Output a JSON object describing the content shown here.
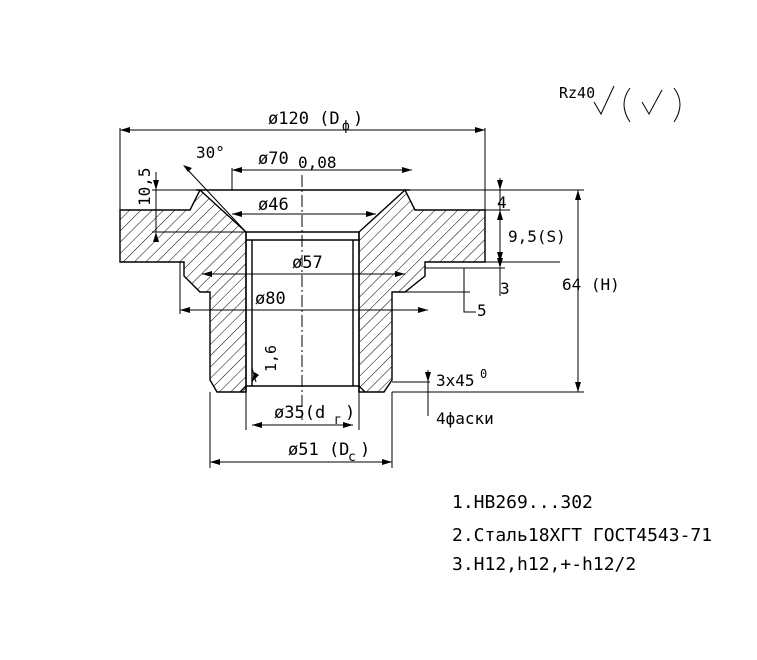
{
  "roughness": {
    "label": "Rz40"
  },
  "dimensions": {
    "d120": "ø120 (D",
    "d120_sub": "ф",
    "d120_close": ")",
    "d70": "ø70",
    "tol_008": "0,08",
    "d46": "ø46",
    "d57": "ø57",
    "d80": "ø80",
    "d35": "ø35(d",
    "d35_sub": "г",
    "d35_close": ")",
    "d51": "ø51 (D",
    "d51_sub": "c",
    "d51_close": ")",
    "angle30": "30°",
    "h105": "10,5",
    "h4": "4",
    "h95": "9,5(S)",
    "h3": "3",
    "h5": "5",
    "h64": "64 (H)",
    "r16": "1,6",
    "chamfer": "3x45",
    "chamfer_deg": "0",
    "chamfer_note": "4фаски"
  },
  "notes": [
    "1.НВ269...302",
    "2.Сталь18ХГТ   ГОСТ4543-71",
    "3.Н12,h12,+-h12/2"
  ]
}
